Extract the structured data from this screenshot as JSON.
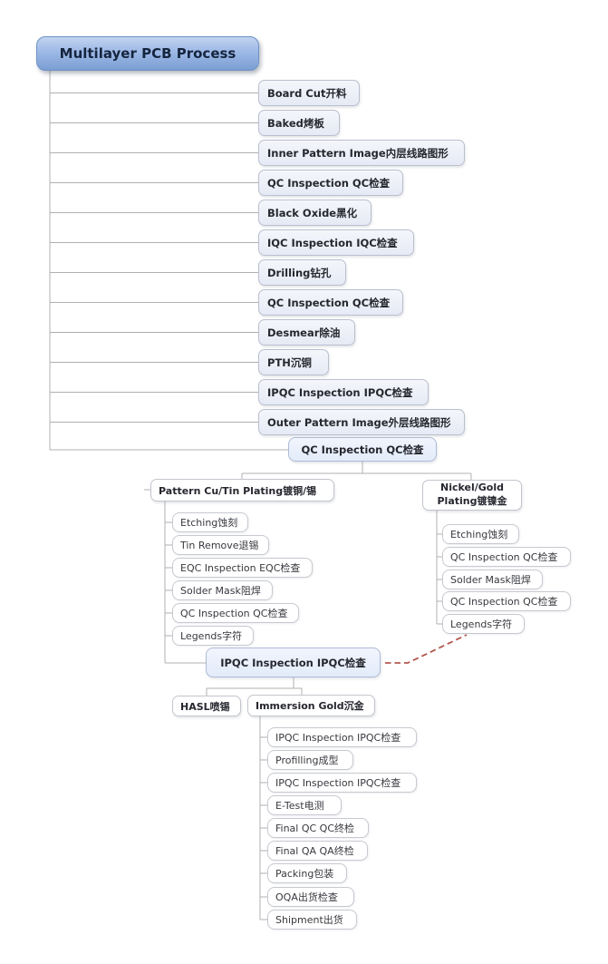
{
  "root": {
    "label": "Multilayer PCB Process"
  },
  "main_flow": [
    "Board Cut开料",
    "Baked烤板",
    "Inner Pattern Image内层线路图形",
    "QC Inspection QC检查",
    "Black Oxide黑化",
    "IQC Inspection IQC检查",
    "Drilling钻孔",
    "QC Inspection QC检查",
    "Desmear除油",
    "PTH沉铜",
    "IPQC Inspection IPQC检查",
    "Outer Pattern Image外层线路图形"
  ],
  "qc_gate": {
    "label": "QC Inspection QC检查"
  },
  "branches": {
    "pattern": {
      "label": "Pattern Cu/Tin Plating镀铜/锡",
      "children": [
        "Etching蚀刻",
        "Tin Remove退锡",
        "EQC Inspection EQC检查",
        "Solder Mask阻焊",
        "QC Inspection QC检查",
        "Legends字符"
      ]
    },
    "nickel": {
      "line1": "Nickel/Gold",
      "line2": "Plating镀镍金",
      "children": [
        "Etching蚀刻",
        "QC Inspection QC检查",
        "Solder Mask阻焊",
        "QC Inspection QC检查",
        "Legends字符"
      ]
    }
  },
  "ipqc_gate": {
    "label": "IPQC Inspection IPQC检查"
  },
  "finish": {
    "hasl": {
      "label": "HASL喷锡"
    },
    "immersion": {
      "label": "Immersion Gold沉金",
      "children": [
        "IPQC Inspection IPQC检查",
        "Profilling成型",
        "IPQC Inspection IPQC检查",
        "E-Test电测",
        "Final QC QC终检",
        "Final QA QA终检",
        "Packing包装",
        "OQA出货检查",
        "Shipment出货"
      ]
    }
  },
  "colors": {
    "connector_line": "#b0b0b0",
    "cross_link": "#b2574f",
    "root_gradient_top": "#c2d3f0",
    "root_gradient_bottom": "#7b9ed3",
    "level1_fill": "#e9edf6",
    "gate_fill": "#e5ecfa"
  }
}
